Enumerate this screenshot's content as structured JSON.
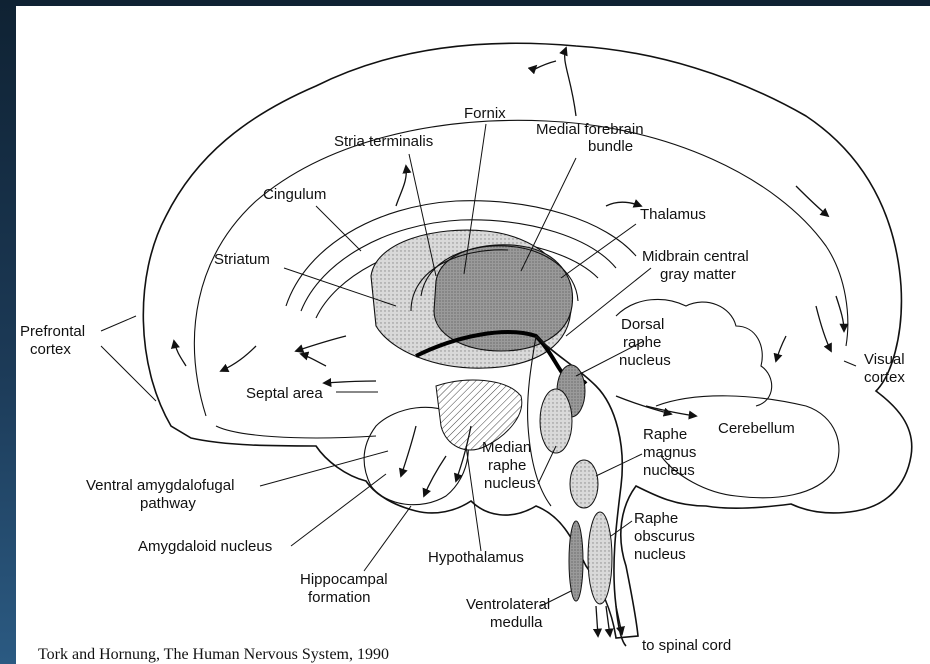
{
  "labels": {
    "fornix": "Fornix",
    "medial_forebrain_1": "Medial forebrain",
    "medial_forebrain_2": "bundle",
    "stria_terminalis": "Stria terminalis",
    "cingulum": "Cingulum",
    "thalamus": "Thalamus",
    "midbrain_1": "Midbrain central",
    "midbrain_2": "gray matter",
    "striatum": "Striatum",
    "prefrontal_1": "Prefrontal",
    "prefrontal_2": "cortex",
    "dorsal_raphe_1": "Dorsal",
    "dorsal_raphe_2": "raphe",
    "dorsal_raphe_3": "nucleus",
    "visual_1": "Visual",
    "visual_2": "cortex",
    "septal_area": "Septal area",
    "cerebellum": "Cerebellum",
    "raphe_magnus_1": "Raphe",
    "raphe_magnus_2": "magnus",
    "raphe_magnus_3": "nucleus",
    "median_raphe_1": "Median",
    "median_raphe_2": "raphe",
    "median_raphe_3": "nucleus",
    "ventral_amyg_1": "Ventral amygdalofugal",
    "ventral_amyg_2": "pathway",
    "raphe_obscurus_1": "Raphe",
    "raphe_obscurus_2": "obscurus",
    "raphe_obscurus_3": "nucleus",
    "amygdaloid": "Amygdaloid nucleus",
    "hypothalamus": "Hypothalamus",
    "hippocampal_1": "Hippocampal",
    "hippocampal_2": "formation",
    "ventrolateral_1": "Ventrolateral",
    "ventrolateral_2": "medulla",
    "spinal_cord": "to spinal cord"
  },
  "caption": "Tork and Hornung, The Human Nervous System, 1990"
}
